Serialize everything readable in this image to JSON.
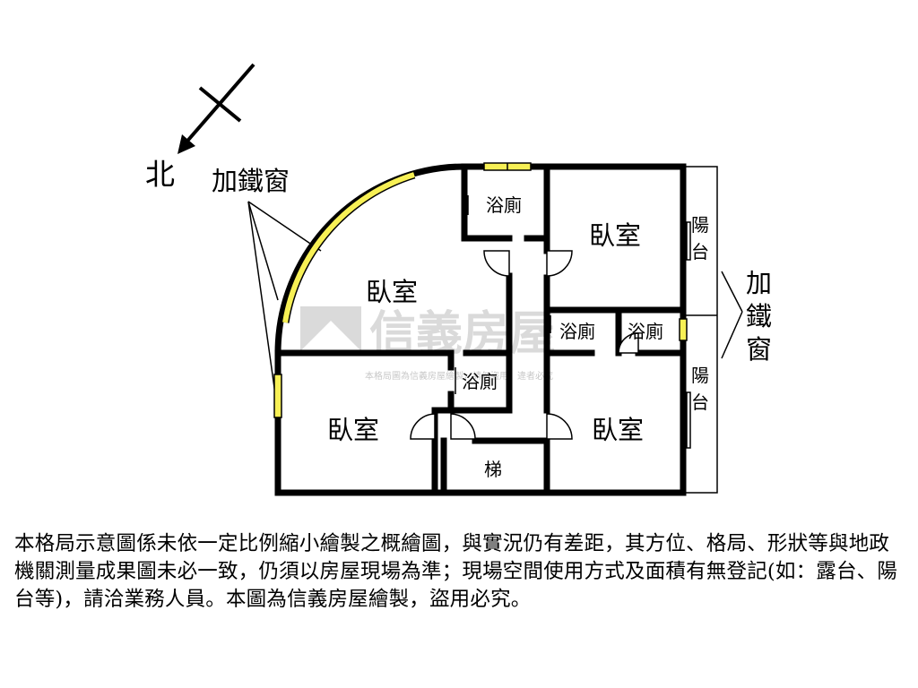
{
  "compass": {
    "label": "北"
  },
  "annotations": {
    "window_left": "加鐵窗",
    "window_right": "加鐵窗"
  },
  "rooms": {
    "bedroom_top_left": "臥室",
    "bedroom_top_right": "臥室",
    "bedroom_bottom_left": "臥室",
    "bedroom_bottom_right": "臥室",
    "bath_top": "浴廁",
    "bath_mid_left": "浴廁",
    "bath_mid_right": "浴廁",
    "bath_center": "浴廁",
    "stairs": "梯",
    "balcony_top": "陽台",
    "balcony_bottom": "陽台"
  },
  "watermark": {
    "brand": "信義房屋",
    "notice": "本格局圖為信義房屋繪製，請勿盜用，違者必究"
  },
  "disclaimer": "本格局示意圖係未依一定比例縮小繪製之概繪圖，與實況仍有差距，其方位、格局、形狀等與地政機關測量成果圖未必一致，仍須以房屋現場為準；現場空間使用方式及面積有無登記(如：露台、陽台等)，請洽業務人員。本圖為信義房屋繪製，盜用必究。",
  "colors": {
    "wall": "#000000",
    "window_fill": "#f7f055",
    "watermark": "#bdbdbd"
  }
}
